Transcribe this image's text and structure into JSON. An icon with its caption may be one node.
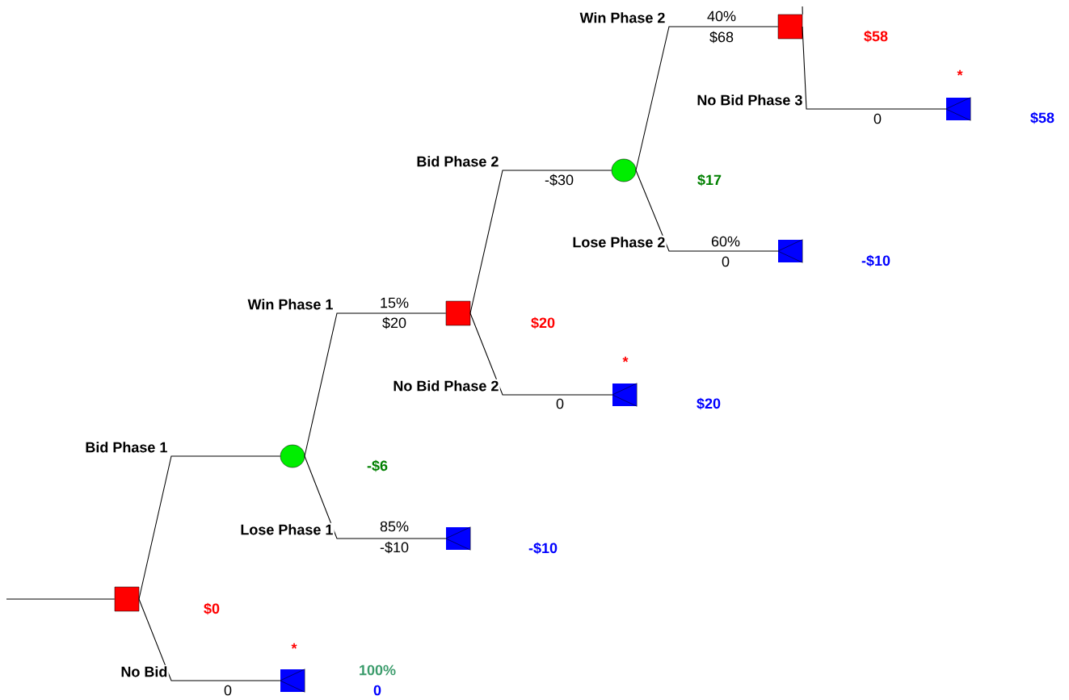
{
  "diagram": {
    "nodes": [
      {
        "text": [],
        "shape": "box"
      },
      {
        "text": [],
        "shape": "circle"
      },
      {
        "text": [],
        "shape": "triangle",
        "beside": [
          "*",
          "100%",
          "0"
        ]
      },
      {
        "text": [],
        "shape": "box"
      },
      {
        "text": [],
        "shape": "triangle"
      },
      {
        "text": [],
        "shape": "circle"
      },
      {
        "text": [],
        "shape": "triangle",
        "beside": [
          "*"
        ]
      },
      {
        "text": [],
        "shape": "box"
      },
      {
        "text": [],
        "shape": "triangle"
      },
      {
        "text": [],
        "shape": "triangle",
        "beside": [
          "*"
        ]
      }
    ],
    "edges": [
      {
        "from": null,
        "to": 0,
        "arrow": "none"
      },
      {
        "from": 0,
        "to": 1,
        "arrow": "none",
        "label": "Bid Phase 1"
      },
      {
        "from": 0,
        "to": 2,
        "arrow": "none",
        "label": "No Bid"
      },
      {
        "from": 1,
        "to": 3,
        "arrow": "none",
        "label": "Win Phase 1"
      },
      {
        "from": 1,
        "to": 4,
        "arrow": "none",
        "label": "Lose Phase 1"
      },
      {
        "from": 3,
        "to": 5,
        "arrow": "none",
        "label": "Bid Phase 2"
      },
      {
        "from": 3,
        "to": 6,
        "arrow": "none",
        "label": "No Bid Phase 2"
      },
      {
        "from": 5,
        "to": 7,
        "arrow": "none",
        "label": "Win Phase 2"
      },
      {
        "from": 5,
        "to": 8,
        "arrow": "none",
        "label": "Lose Phase 2"
      },
      {
        "from": 7,
        "to": 9,
        "arrow": "none",
        "label": "No Bid Phase 3"
      },
      {
        "from": 7,
        "to": null,
        "arrow": "none"
      }
    ],
    "labels": [
      "40%",
      "$68",
      "$58",
      "0",
      "$58",
      "-$30",
      "$17",
      "60%",
      "0",
      "-$10",
      "15%",
      "$20",
      "$20",
      "0",
      "$20",
      "-$6",
      "85%",
      "-$10",
      "-$10",
      "$0",
      "0"
    ]
  }
}
